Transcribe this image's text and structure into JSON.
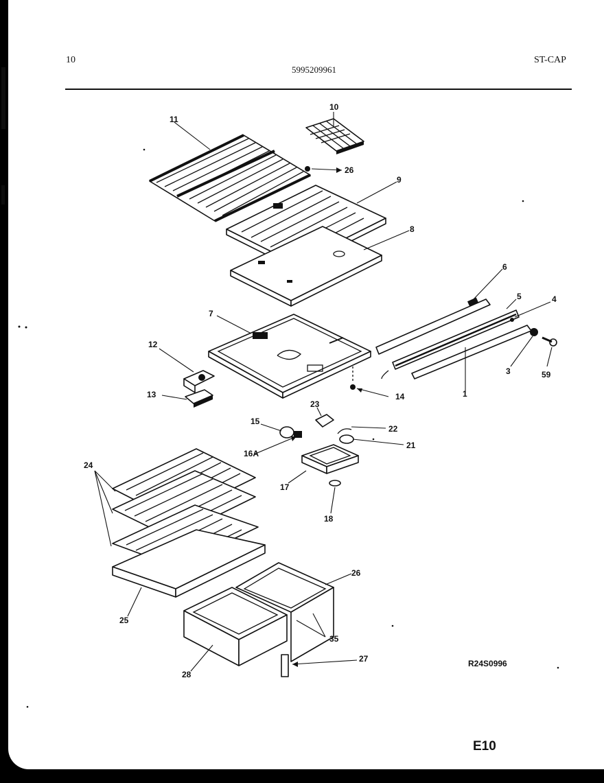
{
  "header": {
    "page_number": "10",
    "part_number": "5995209961",
    "section_code": "ST-CAP"
  },
  "diagram": {
    "figure_code": "R24S0996",
    "page_code": "E10",
    "callouts": [
      "11",
      "10",
      "26",
      "9",
      "8",
      "6",
      "5",
      "4",
      "7",
      "12",
      "13",
      "14",
      "3",
      "59",
      "1",
      "23",
      "15",
      "22",
      "16A",
      "21",
      "17",
      "18",
      "24",
      "25",
      "26",
      "35",
      "27",
      "28"
    ]
  }
}
